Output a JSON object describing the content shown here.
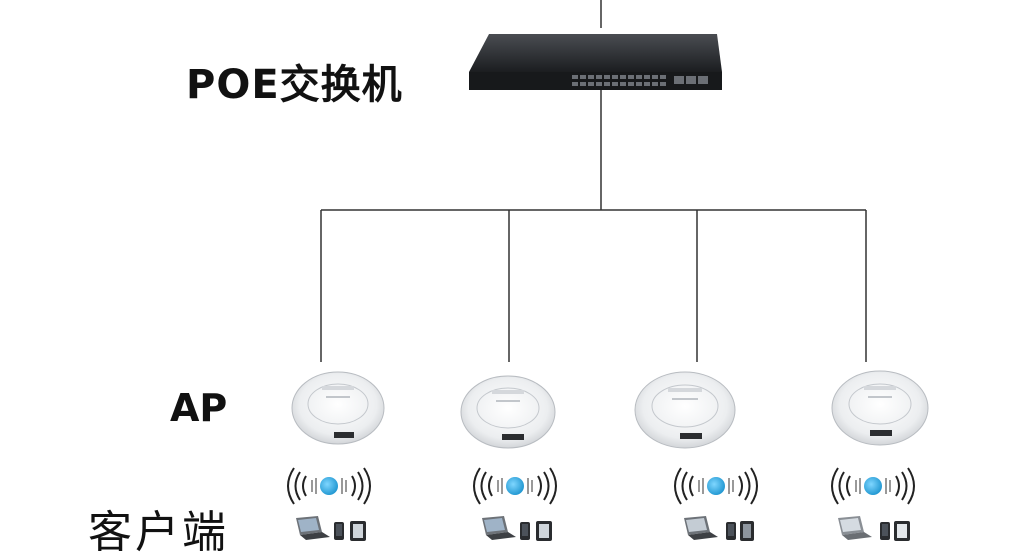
{
  "labels": {
    "switch": "POE交换机",
    "ap": "AP",
    "clients": "客户端"
  },
  "ap_units": [
    {
      "id": "ap1"
    },
    {
      "id": "ap2"
    },
    {
      "id": "ap3"
    },
    {
      "id": "ap4"
    }
  ],
  "colors": {
    "line": "#333333",
    "switch_body": "#1e2022",
    "ap_shell": "#eef0f2",
    "wifi_badge": "#1fa0d8"
  }
}
